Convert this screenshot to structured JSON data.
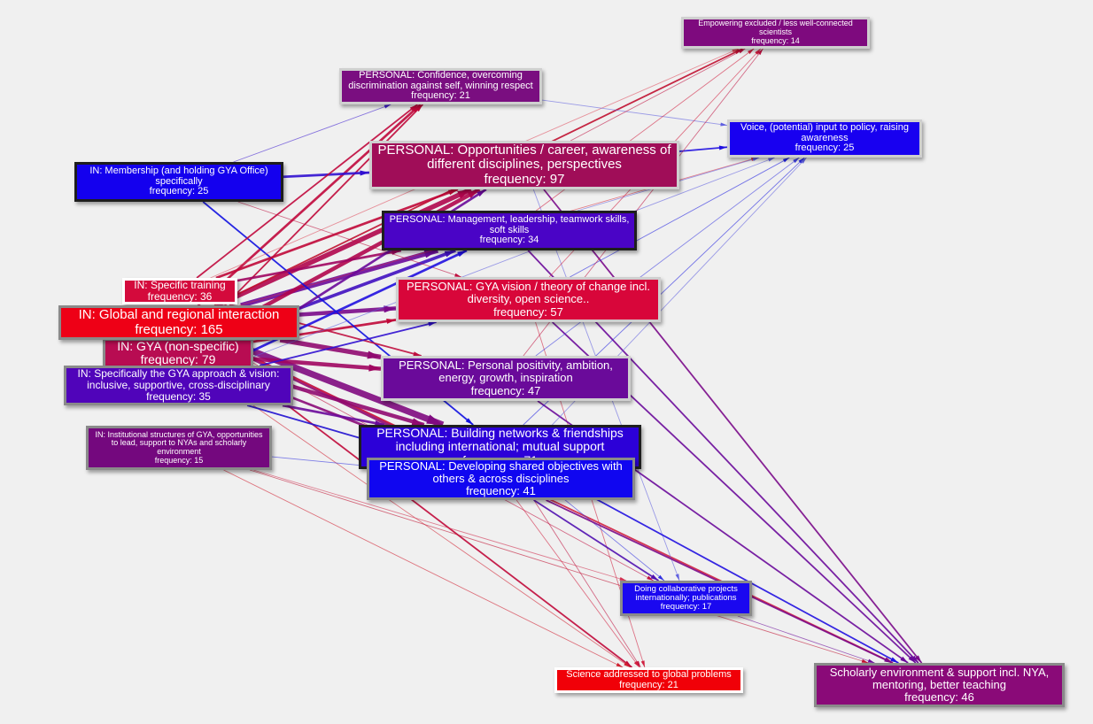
{
  "nodes": [
    {
      "id": "empowering",
      "label": "Empowering excluded / less well-connected scientists",
      "freq": "frequency:  14",
      "color": "#7e0a7e"
    },
    {
      "id": "confidence",
      "label": "PERSONAL: Confidence, overcoming discrimination against self, winning respect",
      "freq": "frequency:  21",
      "color": "#7a0e80"
    },
    {
      "id": "voice",
      "label": "Voice, (potential) input to policy, raising awareness",
      "freq": "frequency:  25",
      "color": "#1800f0"
    },
    {
      "id": "opportunities",
      "label": "PERSONAL: Opportunities / career, awareness of different disciplines, perspectives",
      "freq": "frequency:  97",
      "color": "#a00d58"
    },
    {
      "id": "membership",
      "label": "IN: Membership (and holding GYA Office) specifically",
      "freq": "frequency:  25",
      "color": "#1400ee"
    },
    {
      "id": "management",
      "label": "PERSONAL: Management, leadership, teamwork skills, soft skills",
      "freq": "frequency:  34",
      "color": "#4a04c6"
    },
    {
      "id": "training",
      "label": "IN: Specific training",
      "freq": "frequency:  36",
      "color": "#d40a3c"
    },
    {
      "id": "vision",
      "label": "PERSONAL: GYA vision / theory of change incl. diversity, open science..",
      "freq": "frequency:  57",
      "color": "#d8063a"
    },
    {
      "id": "global",
      "label": "IN: Global and regional interaction",
      "freq": "frequency:  165",
      "color": "#ee0016"
    },
    {
      "id": "gya",
      "label": "IN: GYA (non-specific)",
      "freq": "frequency:  79",
      "color": "#b80c52"
    },
    {
      "id": "positivity",
      "label": "PERSONAL: Personal positivity, ambition, energy, growth, inspiration",
      "freq": "frequency:  47",
      "color": "#6a0a9a"
    },
    {
      "id": "approach",
      "label": "IN: Specifically the GYA approach & vision: inclusive, supportive, cross-disciplinary",
      "freq": "frequency:  35",
      "color": "#5004ba"
    },
    {
      "id": "networks",
      "label": "PERSONAL: Building networks & friendships including international; mutual support",
      "freq": "frequency:  71",
      "color": "#2c00d8"
    },
    {
      "id": "institutional",
      "label": "IN: Institutional structures of GYA, opportunities to lead, support to NYAs and scholarly environment",
      "freq": "frequency:  15",
      "color": "#74087e"
    },
    {
      "id": "shared",
      "label": "PERSONAL: Developing shared objectives with others & across disciplines",
      "freq": "frequency:  41",
      "color": "#1006f0"
    },
    {
      "id": "collab",
      "label": "Doing collaborative projects internationally; publications",
      "freq": "frequency:  17",
      "color": "#1a08f0"
    },
    {
      "id": "science",
      "label": "Science addressed to global problems",
      "freq": "frequency:  21",
      "color": "#f00008"
    },
    {
      "id": "scholarly",
      "label": "Scholarly environment & support incl. NYA, mentoring, better teaching",
      "freq": "frequency:  46",
      "color": "#8a0a78"
    }
  ],
  "edges": [
    {
      "s": "global",
      "t": "opportunities",
      "w": 6,
      "c": "#b0054c"
    },
    {
      "s": "global",
      "t": "management",
      "w": 6,
      "c": "#6a0a9a"
    },
    {
      "s": "global",
      "t": "vision",
      "w": 5,
      "c": "#7a0a8a"
    },
    {
      "s": "global",
      "t": "positivity",
      "w": 6,
      "c": "#900a70"
    },
    {
      "s": "global",
      "t": "networks",
      "w": 8,
      "c": "#800a80"
    },
    {
      "s": "global",
      "t": "shared",
      "w": 5,
      "c": "#900a70"
    },
    {
      "s": "global",
      "t": "confidence",
      "w": 3,
      "c": "#c0083c"
    },
    {
      "s": "global",
      "t": "voice",
      "w": 1,
      "c": "#d83040"
    },
    {
      "s": "global",
      "t": "science",
      "w": 2,
      "c": "#c00838"
    },
    {
      "s": "global",
      "t": "scholarly",
      "w": 2,
      "c": "#d02040"
    },
    {
      "s": "global",
      "t": "empowering",
      "w": 2,
      "c": "#c01030"
    },
    {
      "s": "global",
      "t": "collab",
      "w": 1,
      "c": "#c01040"
    },
    {
      "s": "gya",
      "t": "opportunities",
      "w": 5,
      "c": "#b0064c"
    },
    {
      "s": "gya",
      "t": "management",
      "w": 4,
      "c": "#4010c0"
    },
    {
      "s": "gya",
      "t": "positivity",
      "w": 5,
      "c": "#a00660"
    },
    {
      "s": "gya",
      "t": "networks",
      "w": 5,
      "c": "#900a70"
    },
    {
      "s": "gya",
      "t": "vision",
      "w": 3,
      "c": "#c00838"
    },
    {
      "s": "gya",
      "t": "science",
      "w": 1,
      "c": "#d02030"
    },
    {
      "s": "gya",
      "t": "confidence",
      "w": 2,
      "c": "#c00838"
    },
    {
      "s": "gya",
      "t": "shared",
      "w": 3,
      "c": "#8a0a78"
    },
    {
      "s": "membership",
      "t": "opportunities",
      "w": 3,
      "c": "#3010d0"
    },
    {
      "s": "membership",
      "t": "confidence",
      "w": 1,
      "c": "#4020d0"
    },
    {
      "s": "membership",
      "t": "vision",
      "w": 1,
      "c": "#c01040"
    },
    {
      "s": "membership",
      "t": "networks",
      "w": 2,
      "c": "#1010e0"
    },
    {
      "s": "training",
      "t": "opportunities",
      "w": 3,
      "c": "#c00838"
    },
    {
      "s": "training",
      "t": "management",
      "w": 3,
      "c": "#a00660"
    },
    {
      "s": "training",
      "t": "confidence",
      "w": 2,
      "c": "#c0083c"
    },
    {
      "s": "training",
      "t": "positivity",
      "w": 2,
      "c": "#c01040"
    },
    {
      "s": "training",
      "t": "empowering",
      "w": 1,
      "c": "#e05060"
    },
    {
      "s": "approach",
      "t": "opportunities",
      "w": 3,
      "c": "#6a0a9a"
    },
    {
      "s": "approach",
      "t": "management",
      "w": 3,
      "c": "#2010e0"
    },
    {
      "s": "approach",
      "t": "vision",
      "w": 2,
      "c": "#3010d0"
    },
    {
      "s": "approach",
      "t": "networks",
      "w": 3,
      "c": "#6a0a9a"
    },
    {
      "s": "approach",
      "t": "shared",
      "w": 2,
      "c": "#2010d0"
    },
    {
      "s": "approach",
      "t": "voice",
      "w": 1,
      "c": "#6060e0"
    },
    {
      "s": "institutional",
      "t": "shared",
      "w": 1,
      "c": "#3030e0"
    },
    {
      "s": "institutional",
      "t": "science",
      "w": 1,
      "c": "#d02030"
    },
    {
      "s": "institutional",
      "t": "scholarly",
      "w": 1,
      "c": "#c01030"
    },
    {
      "s": "institutional",
      "t": "collab",
      "w": 1,
      "c": "#d03050"
    },
    {
      "s": "confidence",
      "t": "voice",
      "w": 1,
      "c": "#6060e0"
    },
    {
      "s": "opportunities",
      "t": "voice",
      "w": 2,
      "c": "#2010e0"
    },
    {
      "s": "opportunities",
      "t": "empowering",
      "w": 1,
      "c": "#c01040"
    },
    {
      "s": "opportunities",
      "t": "scholarly",
      "w": 2,
      "c": "#7a0a8a"
    },
    {
      "s": "opportunities",
      "t": "collab",
      "w": 1,
      "c": "#6060e0"
    },
    {
      "s": "management",
      "t": "voice",
      "w": 1,
      "c": "#6060e0"
    },
    {
      "s": "management",
      "t": "empowering",
      "w": 1,
      "c": "#d02040"
    },
    {
      "s": "management",
      "t": "scholarly",
      "w": 2,
      "c": "#6a0a9a"
    },
    {
      "s": "vision",
      "t": "voice",
      "w": 1,
      "c": "#2020e0"
    },
    {
      "s": "vision",
      "t": "empowering",
      "w": 1,
      "c": "#d02040"
    },
    {
      "s": "vision",
      "t": "scholarly",
      "w": 2,
      "c": "#6a0a9a"
    },
    {
      "s": "vision",
      "t": "science",
      "w": 1,
      "c": "#d02040"
    },
    {
      "s": "positivity",
      "t": "voice",
      "w": 1,
      "c": "#4040e0"
    },
    {
      "s": "positivity",
      "t": "empowering",
      "w": 1,
      "c": "#c01040"
    },
    {
      "s": "positivity",
      "t": "scholarly",
      "w": 2,
      "c": "#6a0a9a"
    },
    {
      "s": "networks",
      "t": "voice",
      "w": 1,
      "c": "#2020e0"
    },
    {
      "s": "networks",
      "t": "scholarly",
      "w": 2,
      "c": "#2010e0"
    },
    {
      "s": "networks",
      "t": "collab",
      "w": 1,
      "c": "#3030e0"
    },
    {
      "s": "networks",
      "t": "science",
      "w": 1,
      "c": "#c01040"
    },
    {
      "s": "shared",
      "t": "collab",
      "w": 2,
      "c": "#5010b0"
    },
    {
      "s": "shared",
      "t": "scholarly",
      "w": 2,
      "c": "#7a0a8a"
    },
    {
      "s": "shared",
      "t": "science",
      "w": 1,
      "c": "#d02040"
    },
    {
      "s": "shared",
      "t": "voice",
      "w": 1,
      "c": "#6060e0"
    },
    {
      "s": "collab",
      "t": "scholarly",
      "w": 1,
      "c": "#6a0a9a"
    }
  ]
}
